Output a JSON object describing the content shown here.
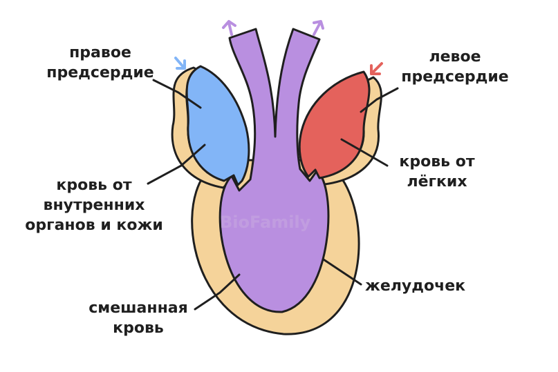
{
  "labels": {
    "right_atrium": [
      "правое",
      "предсердие"
    ],
    "left_atrium": [
      "левое",
      "предсердие"
    ],
    "blood_from_organs": [
      "кровь от",
      "внутренних",
      "органов и кожи"
    ],
    "blood_from_lungs": [
      "кровь от",
      "лёгких"
    ],
    "ventricle": [
      "желудочек"
    ],
    "mixed_blood": [
      "смешанная",
      "кровь"
    ]
  },
  "watermark": "BioFamily",
  "colors": {
    "right_atrium": "#82b5f7",
    "left_atrium": "#e4625c",
    "ventricle_and_vessels": "#b98fe0",
    "heart_wall": "#f5d39a",
    "outline": "#1f1f1f",
    "arrow_in_right": "#82b5f7",
    "arrow_in_left": "#e4625c",
    "arrow_out": "#b98fe0"
  }
}
